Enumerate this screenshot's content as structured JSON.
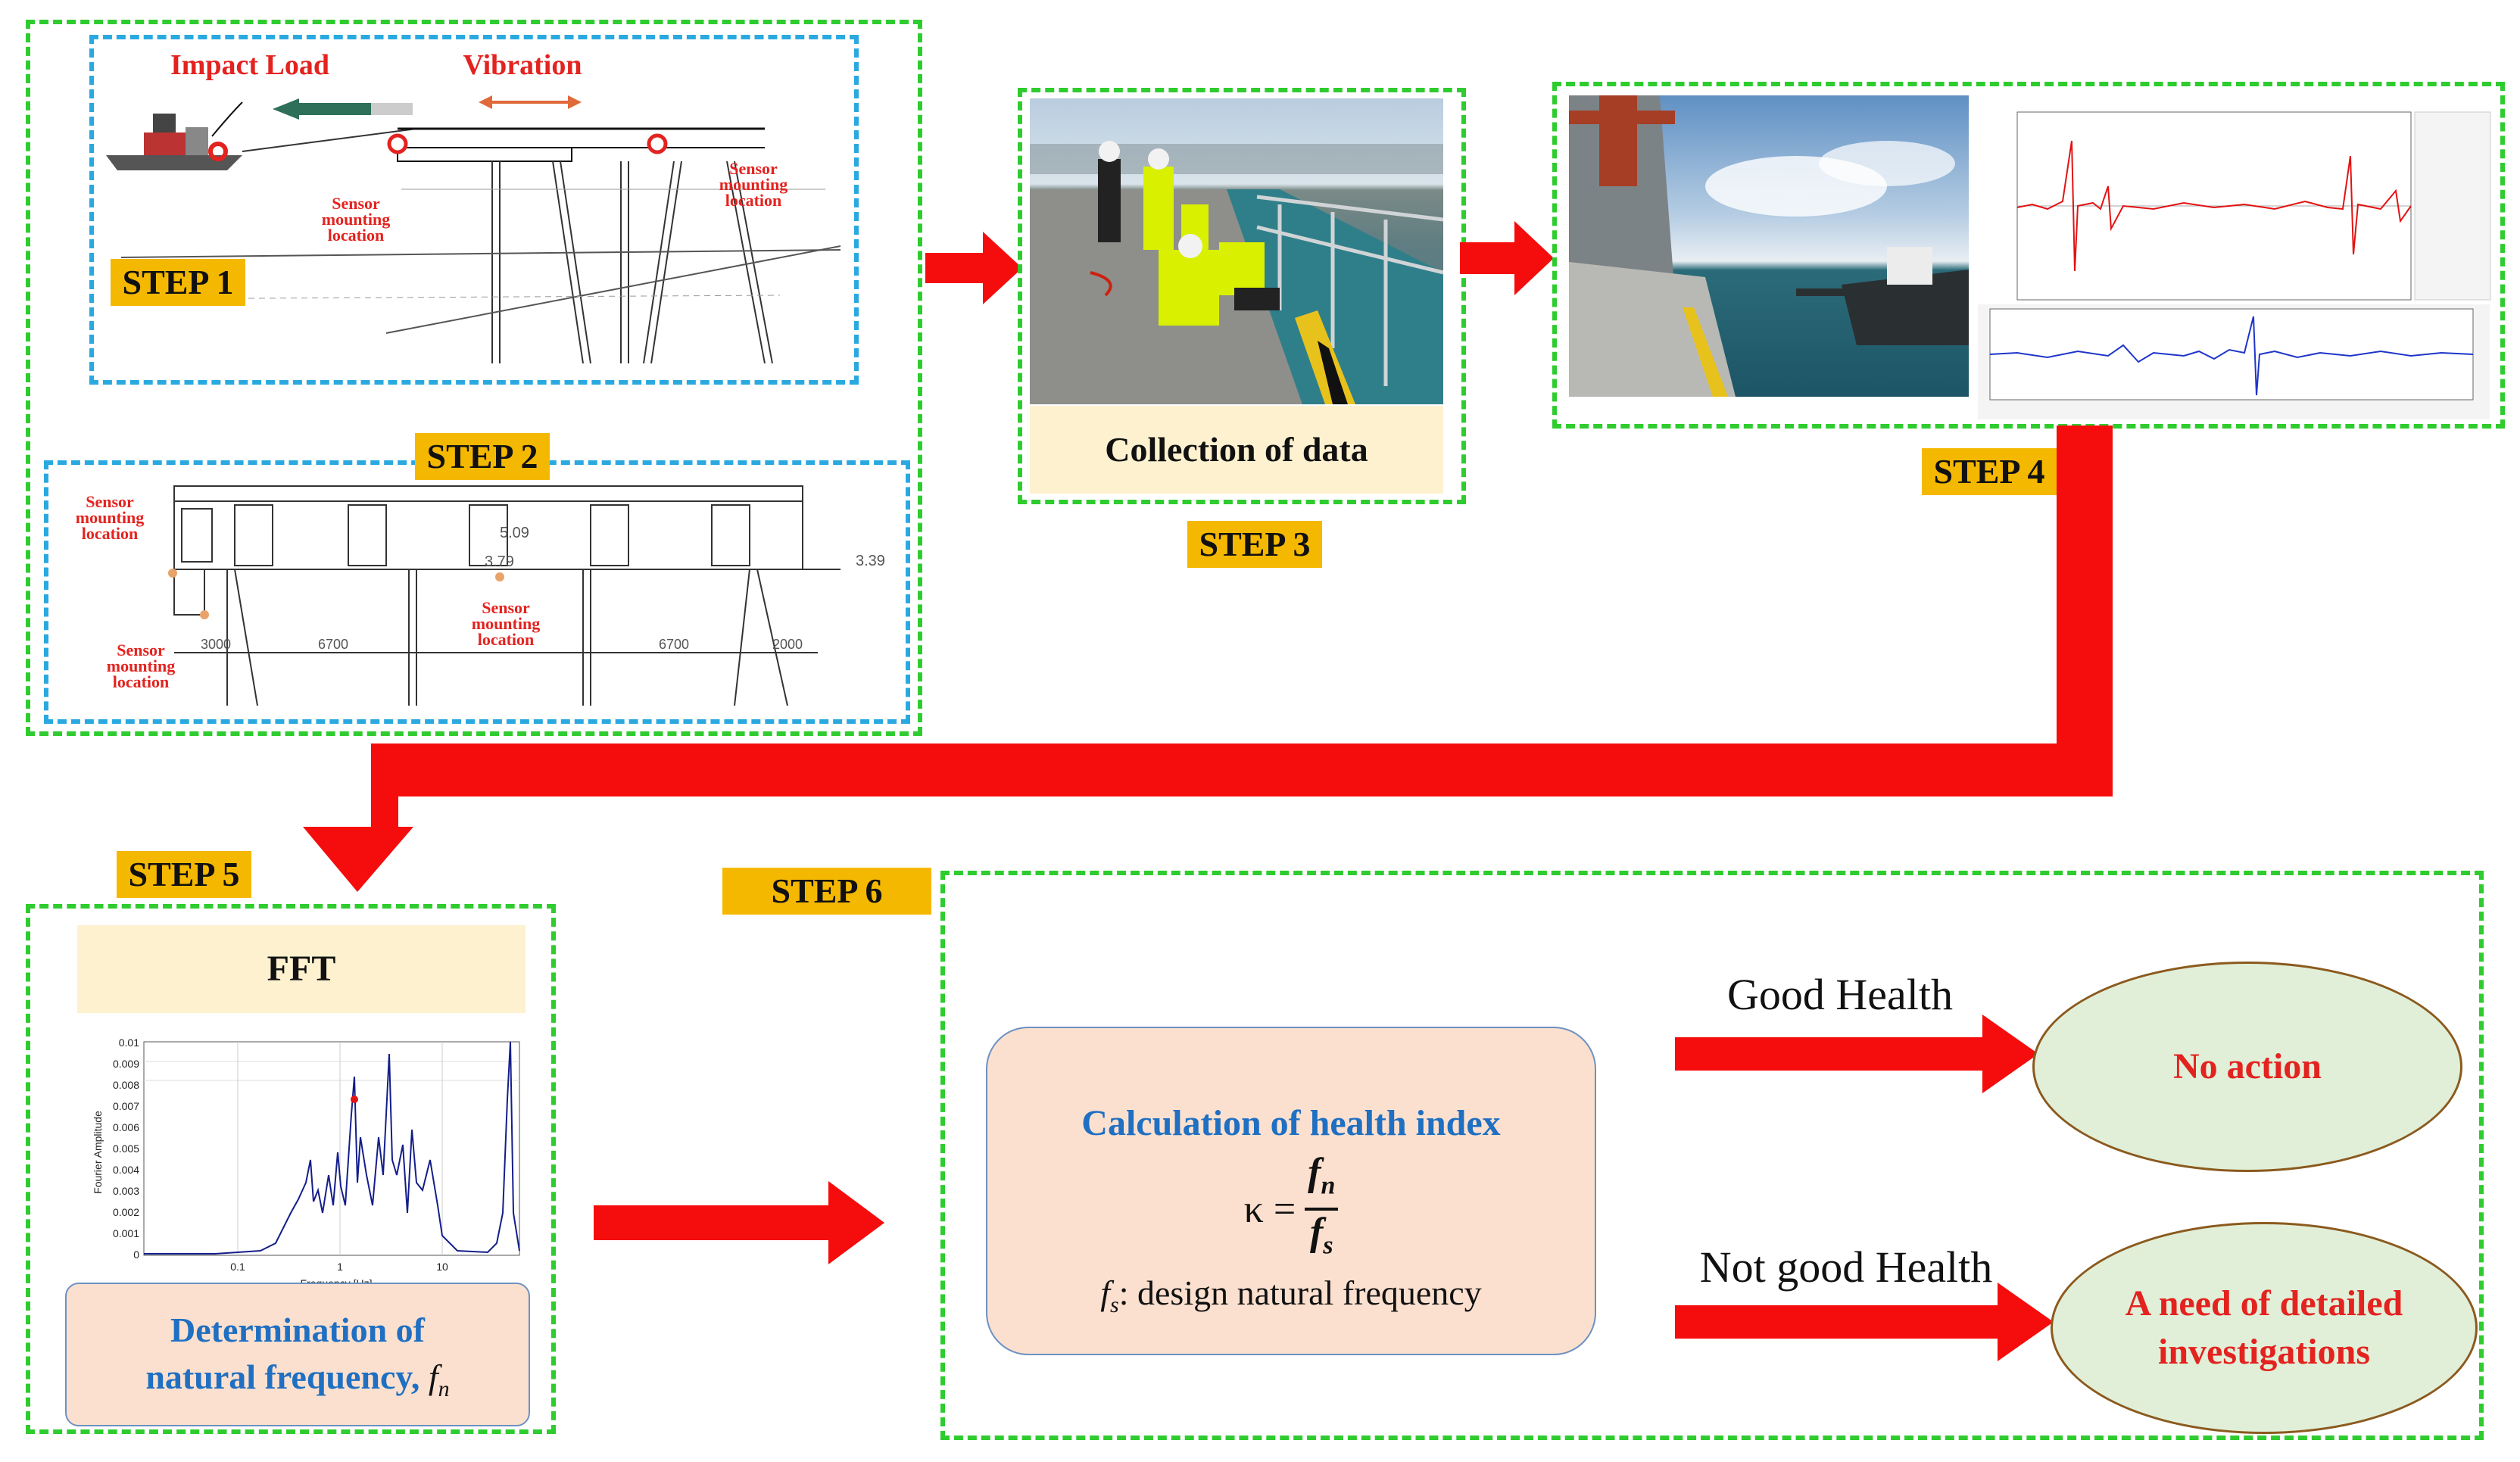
{
  "colors": {
    "green_dash": "#2ecc2e",
    "blue_dash": "#2aa9e0",
    "step_badge": "#f5b800",
    "arrow_red": "#f50d0d",
    "label_red": "#e3231f",
    "blue_text": "#1f6fc2",
    "cream": "#fdf1cf",
    "peach": "#fbe0cf",
    "oval_fill": "#e1efd8"
  },
  "steps": {
    "step1": "STEP 1",
    "step2": "STEP 2",
    "step3": "STEP 3",
    "step4": "STEP 4",
    "step5": "STEP 5",
    "step6": "STEP 6"
  },
  "step1": {
    "impact_load": "Impact Load",
    "vibration": "Vibration",
    "sensor_label_a": "Sensor mounting location",
    "sensor_label_b": "Sensor mounting location"
  },
  "step2": {
    "sensor_label_left": "Sensor mounting location",
    "sensor_label_bottom": "Sensor mounting location",
    "sensor_label_mid": "Sensor mounting location",
    "level_1": "5.09",
    "level_2": "3.79",
    "level_3": "3.39",
    "dim_1": "3000",
    "dim_2": "6700",
    "dim_3": "6700",
    "dim_4": "2000"
  },
  "step3": {
    "caption": "Collection of data"
  },
  "step5": {
    "title": "FFT",
    "ylabel": "Fourier Amplitude",
    "xlabel": "Frequency [Hz]",
    "yticks": [
      "0.01",
      "0.009",
      "0.008",
      "0.007",
      "0.006",
      "0.005",
      "0.004",
      "0.003",
      "0.002",
      "0.001",
      "0"
    ],
    "xticks": [
      "0.1",
      "1",
      "10"
    ],
    "caption_line1": "Determination of",
    "caption_line2": "natural frequency,",
    "caption_symbol": "f",
    "caption_sub": "n"
  },
  "step6": {
    "box_title": "Calculation of health index",
    "formula_lhs": "κ =",
    "formula_num": "f",
    "formula_num_sub": "n",
    "formula_den": "f",
    "formula_den_sub": "s",
    "def_symbol": "f",
    "def_sub": "s",
    "def_text": ": design natural frequency",
    "good_label": "Good Health",
    "good_outcome": "No action",
    "bad_label": "Not good Health",
    "bad_outcome": "A need of detailed investigations"
  }
}
